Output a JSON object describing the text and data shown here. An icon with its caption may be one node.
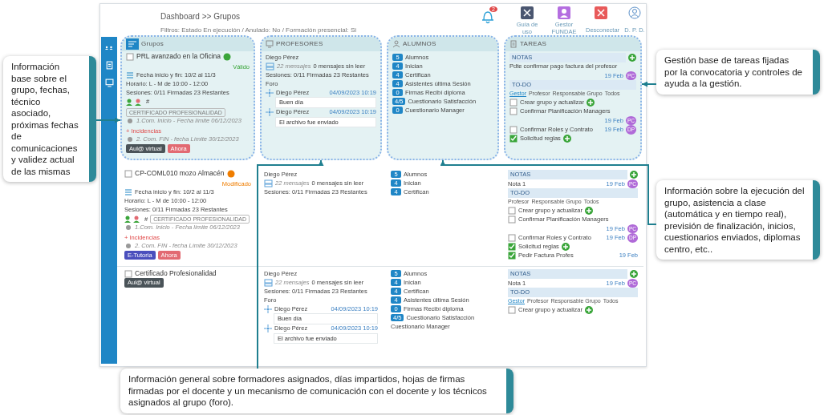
{
  "diagram": {
    "nodes": [
      {
        "text": [
          "Grupos",
          "PRL avanzado en la Oficina",
          "Válido",
          "Fecha inicio y fin: 10/2 al 11/3",
          "Horario: L - M de 10:00 - 12:00",
          "Sesiones: 0/11 Firmadas 23 Restantes",
          "#",
          "CERTIFICADO PROFESIONALIDAD",
          "1.Com. Inicio - Fecha límite 06/12/2023",
          "+ Incidencias",
          "2. Com. FIN - fecha Límite 30/12/2023",
          "Aul@ virtual",
          "Ahora"
        ]
      },
      {
        "text": [
          "PROFESORES",
          "Diego Pérez",
          "22 mensajes",
          "0 mensajes sin leer",
          "Sesiones: 0/11 Firmadas 23 Restantes",
          "Foro",
          "Diego Pérez",
          "04/09/2023 10:19",
          "Buen día",
          "Diego Pérez",
          "04/09/2023 10:19",
          "El archivo fue enviado"
        ]
      },
      {
        "text": [
          "ALUMNOS",
          "5",
          "Alumnos",
          "4",
          "Inician",
          "4",
          "Certifican",
          "4",
          "Asistentes última Sesión",
          "0",
          "Firmas Recibí diploma",
          "4/5",
          "Cuestionario Satisfacción",
          "0",
          "Cuestionario Manager"
        ]
      },
      {
        "text": [
          "TAREAS",
          "NOTAS",
          "Pdte confirmar pago factura del profesor",
          "19 Feb",
          "PC",
          "TO-DO",
          "Gestor",
          "Profesor",
          "Responsable Grupo",
          "Todos",
          "Crear grupo y actualizar",
          "Confirmar Planificación Managers",
          "19 Feb",
          "PC",
          "Confirmar Roles y Contrato",
          "19 Feb",
          "DP",
          "Solicitud reglas"
        ]
      },
      {
        "text": [
          "Información base sobre el grupo, fechas, técnico asociado, próximas fechas de comunicaciones y validez actual de las mismas"
        ]
      },
      {
        "text": [
          "Información sobre la ejecución del grupo, asistencia a clase (automática y en tiempo real), previsión de finalización, inicios, cuestionarios enviados, diplomas centro, etc.."
        ]
      },
      {
        "text": [
          "Información general sobre formadores asignados, días impartidos, hojas de firmas firmadas por el docente y un mecanismo de comunicación con el docente y los técnicos asignados al grupo (foro)."
        ]
      },
      {
        "text": [
          "Gestión base de tareas fijadas por la convocatoria y controles de ayuda a la gestión."
        ]
      }
    ],
    "edges": [
      {
        "from": 4,
        "to": 0,
        "arrow": "to"
      },
      {
        "from": 6,
        "to": 1,
        "arrow": "to"
      },
      {
        "from": 5,
        "to": 2,
        "arrow": "to"
      },
      {
        "from": 7,
        "to": 3,
        "arrow": "to"
      }
    ],
    "labels": [
      "Dashboard >> Grupos",
      "Filtros: Estado En ejecución / Anulado: No / Formación presencial: Si",
      "2",
      "Guía de uso",
      "Gestor FUNDAE",
      "Desconectar",
      "D. P. D.",
      "CP-COML010 mozo Almacén",
      "Modificado",
      "Fecha inicio y fin: 10/2 al 11/3",
      "Horario: L - M de 10:00 - 12:00",
      "Sesiones: 0/11 Firmadas 23 Restantes",
      "#",
      "CERTIFICADO PROFESIONALIDAD",
      "1.Com. Inicio - Fecha límite 06/12/2023",
      "+ Incidencias",
      "2. Com. FIN - fecha Límite 30/12/2023",
      "E-Tutoria",
      "Ahora",
      "Diego Pérez",
      "22 mensajes",
      "0 mensajes sin leer",
      "Sesiones: 0/11 Firmadas 23 Restantes",
      "5",
      "Alumnos",
      "4",
      "Inician",
      "4",
      "Certifican",
      "NOTAS",
      "Nota 1",
      "19 Feb",
      "PC",
      "TO-DO",
      "Profesor",
      "Responsable Grupo",
      "Todos",
      "Crear grupo y actualizar",
      "Confirmar Planificación Managers",
      "19 Feb",
      "PC",
      "Confirmar Roles y Contrato",
      "19 Feb",
      "DP",
      "Solicitud reglas",
      "Pedir Factura Profes",
      "19 Feb",
      "Certificado Profesionalidad",
      "Aul@ virtual",
      "Diego Pérez",
      "22 mensajes",
      "0 mensajes sin leer",
      "Sesiones: 0/11 Firmadas 23 Restantes",
      "Foro",
      "Diego Pérez",
      "04/09/2023 10:19",
      "Buen día",
      "Diego Pérez",
      "04/09/2023 10:19",
      "El archivo fue enviado",
      "5",
      "Alumnos",
      "4",
      "Inician",
      "4",
      "Certifican",
      "4",
      "Asistentes última Sesión",
      "0",
      "Firmas Recibí diploma",
      "4/5",
      "Cuestionario Satisfacción",
      "Cuestionario Manager",
      "NOTAS",
      "Nota 1",
      "19 Feb",
      "PC",
      "TO-DO",
      "Gestor",
      "Profesor",
      "Responsable Grupo",
      "Todos",
      "Crear grupo y actualizar"
    ]
  }
}
